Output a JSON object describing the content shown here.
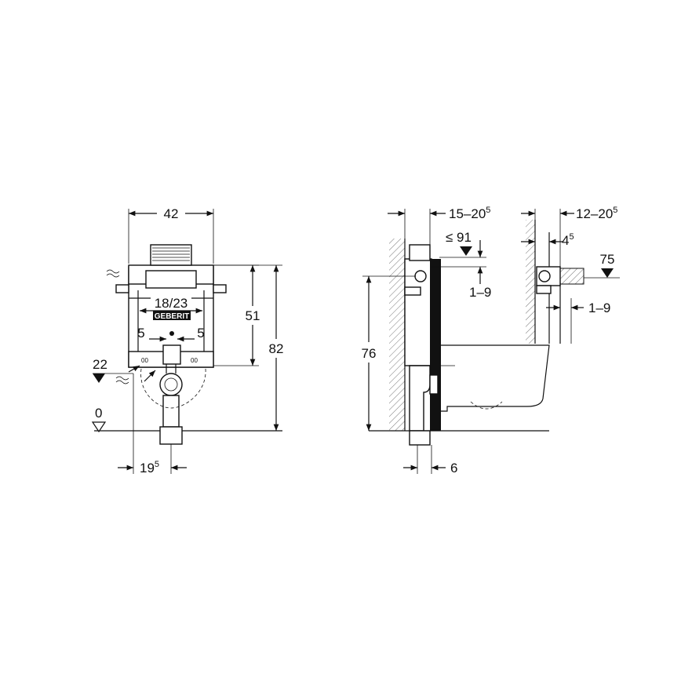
{
  "front_view": {
    "width": "42",
    "height_total": "82",
    "height_frame": "51",
    "flange": "18/23",
    "offset_left": "5",
    "offset_right": "5",
    "water_level": "22",
    "floor_level": "0",
    "drain_offset": "19",
    "drain_offset_sup": "5",
    "brand_label": "GEBERIT"
  },
  "side_view": {
    "depth": "15–20",
    "depth_sup": "5",
    "bowl_height": "≤ 91",
    "adjust": "1–9",
    "pan_height": "76",
    "wall_offset": "6"
  },
  "detail_view": {
    "depth": "12–20",
    "depth_sup": "5",
    "gap": "4",
    "gap_sup": "5",
    "height": "75",
    "adjust": "1–9"
  },
  "icons": {
    "level_marker": "level-triangle-icon",
    "water_supply": "water-wave-icon"
  }
}
